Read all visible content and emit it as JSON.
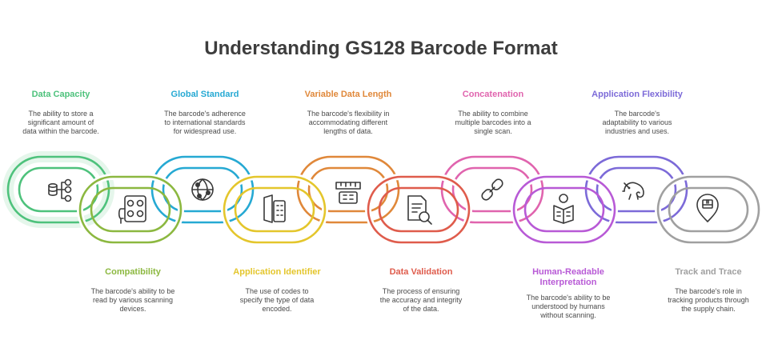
{
  "title": "Understanding GS128 Barcode Format",
  "colors": {
    "green": "#4ec27c",
    "lime": "#8cb840",
    "blue": "#26a9d3",
    "yellow": "#e4c62c",
    "orange": "#e0883a",
    "red": "#df5c4c",
    "pink": "#e064ae",
    "purple": "#b85ad6",
    "violet": "#7c6ad8",
    "gray": "#a0a0a0"
  },
  "top": [
    {
      "heading": "Data Capacity",
      "text": [
        "The ability to store a",
        "significant amount of",
        "data within the barcode."
      ],
      "color": "#4ec27c",
      "icon": "database-tree-icon"
    },
    {
      "heading": "Global Standard",
      "text": [
        "The barcode's adherence",
        "to international standards",
        "for widespread use."
      ],
      "color": "#26a9d3",
      "icon": "globe-network-icon"
    },
    {
      "heading": "Variable Data Length",
      "text": [
        "The barcode's flexibility in",
        "accommodating different",
        "lengths of data."
      ],
      "color": "#e0883a",
      "icon": "ruler-icon"
    },
    {
      "heading": "Concatenation",
      "text": [
        "The ability to combine",
        "multiple barcodes into a",
        "single scan."
      ],
      "color": "#e064ae",
      "icon": "chain-link-icon"
    },
    {
      "heading": "Application Flexibility",
      "text": [
        "The barcode's",
        "adaptability to various",
        "industries and uses."
      ],
      "color": "#7c6ad8",
      "icon": "chameleon-icon"
    }
  ],
  "bottom": [
    {
      "heading": "Compatibility",
      "text": [
        "The barcode's ability to be",
        "read by various scanning",
        "devices."
      ],
      "color": "#8cb840",
      "icon": "power-outlet-icon"
    },
    {
      "heading": "Application Identifier",
      "text": [
        "The use of codes to",
        "specify the type of data",
        "encoded."
      ],
      "color": "#e4c62c",
      "icon": "door-keypad-icon"
    },
    {
      "heading": "Data Validation",
      "text": [
        "The process of ensuring",
        "the accuracy and integrity",
        "of the data."
      ],
      "color": "#df5c4c",
      "icon": "document-search-icon"
    },
    {
      "heading": [
        "Human-Readable",
        "Interpretation"
      ],
      "text": [
        "The barcode's ability to be",
        "understood by humans",
        "without scanning."
      ],
      "color": "#b85ad6",
      "icon": "person-reading-icon"
    },
    {
      "heading": "Track and Trace",
      "text": [
        "The barcode's role in",
        "tracking products through",
        "the supply chain."
      ],
      "color": "#a0a0a0",
      "icon": "location-pin-icon"
    }
  ]
}
